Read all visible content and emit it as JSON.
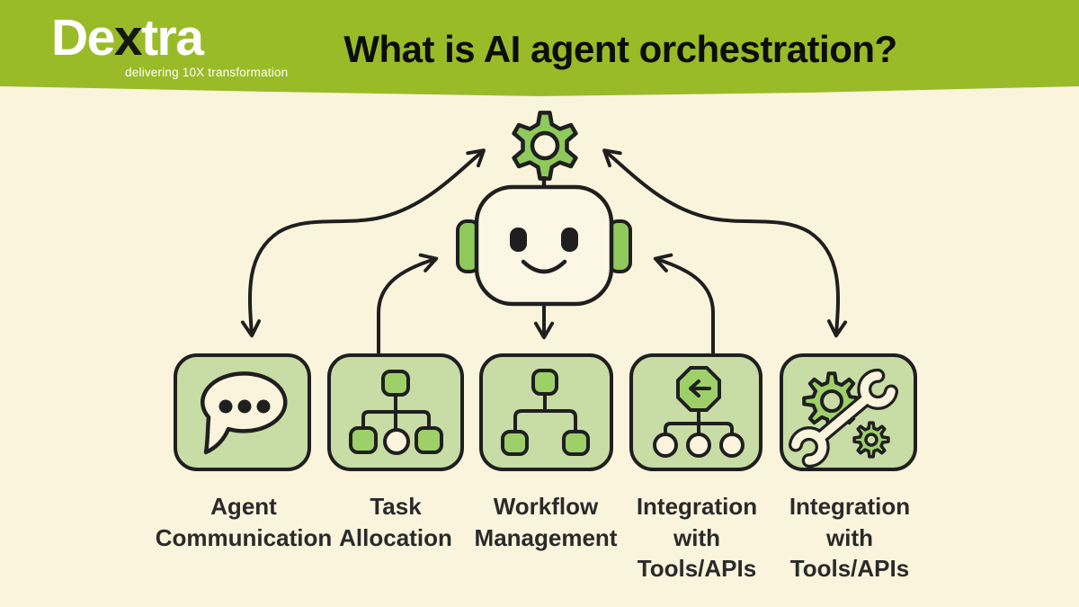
{
  "header": {
    "logo": {
      "text_before_x": "De",
      "text_x": "x",
      "text_after_x": "tra",
      "tagline": "delivering 10X transformation"
    },
    "title": "What is AI agent orchestration?"
  },
  "colors": {
    "banner_green": "#99bb28",
    "background_cream": "#fbf4dd",
    "card_fill_green": "#c8dca5",
    "bright_icon_green": "#9ed06a",
    "gear_ear_green": "#8fc95c",
    "outline_black": "#1f1f1f",
    "label_text": "#2a2a2a"
  },
  "orchestrator": {
    "icons": [
      "gear-icon",
      "robot-face-icon"
    ]
  },
  "nodes": [
    {
      "id": "agent-communication",
      "icon": "chat-bubble-icon",
      "label_lines": [
        "Agent",
        "Communication"
      ]
    },
    {
      "id": "task-allocation",
      "icon": "org-chart-icon",
      "label_lines": [
        "Task",
        "Allocation"
      ]
    },
    {
      "id": "workflow-management",
      "icon": "flow-tree-icon",
      "label_lines": [
        "Workflow",
        "Management"
      ]
    },
    {
      "id": "integration-tools-apis-1",
      "icon": "octagon-arrow-icon",
      "label_lines": [
        "Integration",
        "with",
        "Tools/APIs"
      ]
    },
    {
      "id": "integration-tools-apis-2",
      "icon": "gears-wrench-icon",
      "label_lines": [
        "Integration",
        "with",
        "Tools/APIs"
      ]
    }
  ],
  "connections": [
    {
      "from": "orchestrator-gear",
      "to": "agent-communication",
      "type": "double-headed-curve"
    },
    {
      "from": "task-allocation",
      "to": "robot-face",
      "type": "curve-arrow"
    },
    {
      "from": "robot-face",
      "to": "workflow-management",
      "type": "straight-arrow"
    },
    {
      "from": "integration-tools-apis-1",
      "to": "robot-face",
      "type": "curve-arrow"
    },
    {
      "from": "orchestrator-gear",
      "to": "integration-tools-apis-2",
      "type": "double-headed-curve"
    }
  ]
}
